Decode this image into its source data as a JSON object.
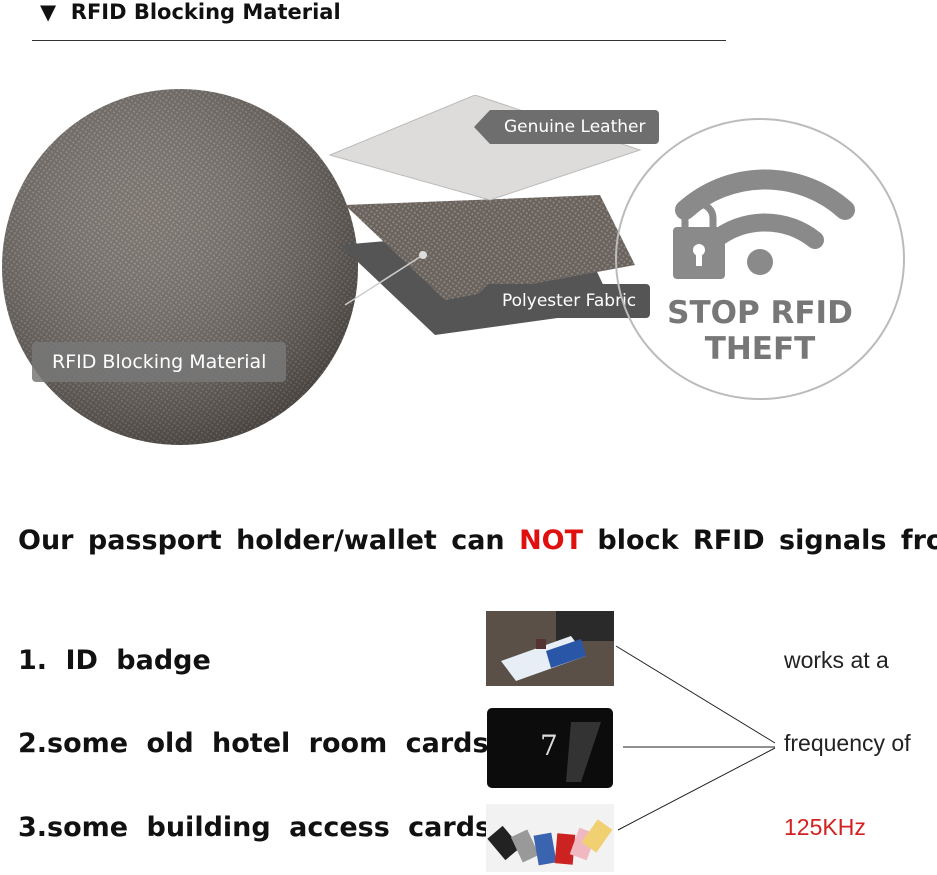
{
  "header": {
    "arrow": "▼",
    "title": "RFID Blocking Material"
  },
  "diagram": {
    "layer_top": "Genuine Leather",
    "layer_bottom": "Polyester Fabric",
    "circle_label": "RFID Blocking Material",
    "badge_text_1": "STOP RFID",
    "badge_text_2": "THEFT"
  },
  "notice": {
    "prefix": "Our  passport  holder/wallet can ",
    "highlight": "NOT",
    "suffix": " block RFID signals from",
    "highlight_color": "#e0100f"
  },
  "items": [
    {
      "label": "1. ID badge"
    },
    {
      "label": "2.some  old  hotel  room  cards"
    },
    {
      "label": "3.some  building  access  cards"
    }
  ],
  "frequency": {
    "line1": "works at a",
    "line2": "frequency of",
    "value": "125KHz",
    "value_color": "#d42020"
  }
}
